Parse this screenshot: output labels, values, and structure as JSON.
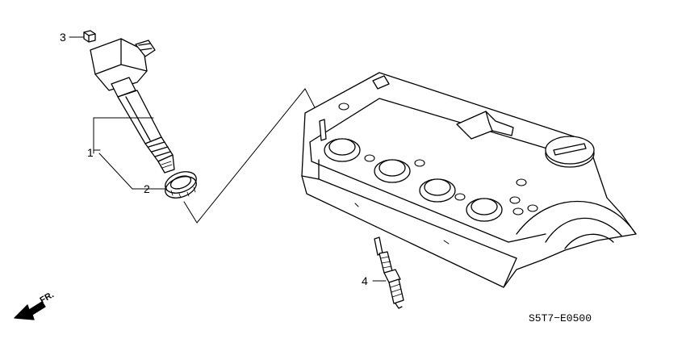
{
  "callouts": {
    "c1": "1",
    "c2": "2",
    "c3": "3",
    "c4": "4"
  },
  "direction_label": "FR.",
  "diagram_code": "S5T7−E0500"
}
